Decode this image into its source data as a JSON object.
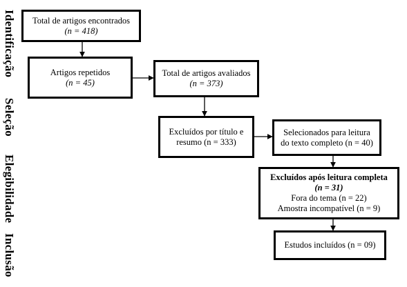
{
  "stages": [
    "Identificação",
    "Seleção",
    "Elegibilidade",
    "Inclusão"
  ],
  "boxes": {
    "total_encontrados": {
      "text": "Total de artigos encontrados",
      "n": "(n = 418)"
    },
    "repetidos": {
      "text": "Artigos repetidos",
      "n": "(n = 45)"
    },
    "avaliados": {
      "text": "Total de artigos avaliados",
      "n": "(n = 373)"
    },
    "excluidos_titulo": {
      "line1": "Excluídos por título e",
      "line2": "resumo (n = 333)"
    },
    "selecionados": {
      "line1": "Selecionados para leitura",
      "line2": "do texto completo (n = 40)"
    },
    "excluidos_leitura": {
      "title": "Excluídos após leitura completa",
      "n": "(n = 31)",
      "item1": "Fora do tema (n = 22)",
      "item2": "Amostra incompatível (n = 9)"
    },
    "incluidos": {
      "text": "Estudos incluídos (n = 09)"
    }
  }
}
